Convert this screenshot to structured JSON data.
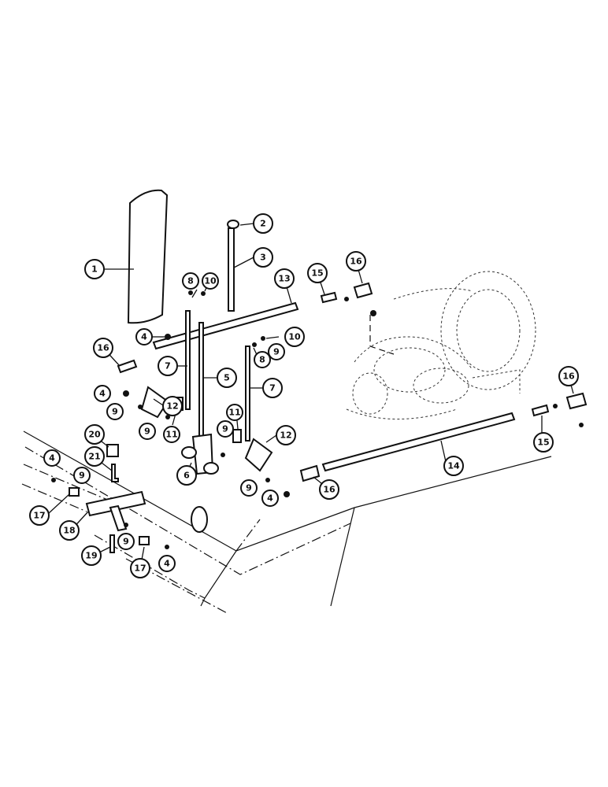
{
  "callouts": [
    {
      "label": "1"
    },
    {
      "label": "2"
    },
    {
      "label": "3"
    },
    {
      "label": "4"
    },
    {
      "label": "5"
    },
    {
      "label": "6"
    },
    {
      "label": "7"
    },
    {
      "label": "8"
    },
    {
      "label": "9"
    },
    {
      "label": "10"
    },
    {
      "label": "11"
    },
    {
      "label": "12"
    },
    {
      "label": "13"
    },
    {
      "label": "14"
    },
    {
      "label": "15"
    },
    {
      "label": "16"
    },
    {
      "label": "17"
    },
    {
      "label": "18"
    },
    {
      "label": "19"
    },
    {
      "label": "20"
    },
    {
      "label": "21"
    }
  ],
  "colors": {
    "line": "#111111",
    "background": "#ffffff"
  }
}
